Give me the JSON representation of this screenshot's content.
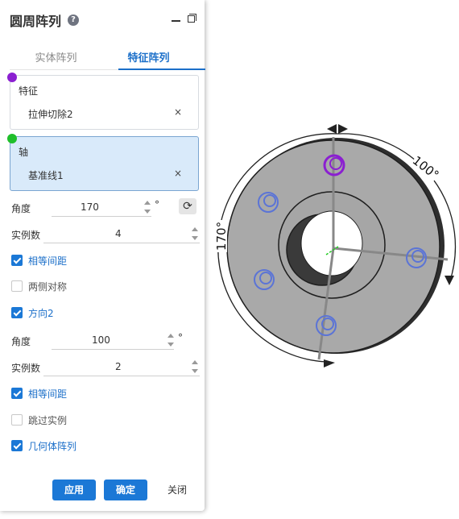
{
  "panel": {
    "title": "圆周阵列",
    "help_icon": "?",
    "tabs": [
      {
        "label": "实体阵列",
        "active": false
      },
      {
        "label": "特征阵列",
        "active": true
      }
    ],
    "feature": {
      "label": "特征",
      "value": "拉伸切除2",
      "close": "×",
      "dot_color": "#8b1fd1"
    },
    "axis": {
      "label": "轴",
      "value": "基准线1",
      "close": "×",
      "dot_color": "#1fbf2b"
    },
    "dir1": {
      "angle_label": "角度",
      "angle_value": "170",
      "angle_unit": "°",
      "count_label": "实例数",
      "count_value": "4"
    },
    "equal_spacing_1": {
      "label": "相等间距",
      "checked": true
    },
    "symmetric": {
      "label": "两侧对称",
      "checked": false
    },
    "direction2": {
      "label": "方向2",
      "checked": true
    },
    "dir2": {
      "angle_label": "角度",
      "angle_value": "100",
      "angle_unit": "°",
      "count_label": "实例数",
      "count_value": "2"
    },
    "equal_spacing_2": {
      "label": "相等间距",
      "checked": true
    },
    "skip_instances": {
      "label": "跳过实例",
      "checked": false
    },
    "geometry_pattern": {
      "label": "几何体阵列",
      "checked": true
    },
    "buttons": {
      "apply": "应用",
      "ok": "确定",
      "close": "关闭"
    }
  },
  "viewport": {
    "dim_a": "100°",
    "dim_b": "170°",
    "colors": {
      "disc": "#a8a8a8",
      "hole_outline": "#5b74d6",
      "selected_hole": "#8b1fd1",
      "axis_line": "#888888"
    }
  }
}
